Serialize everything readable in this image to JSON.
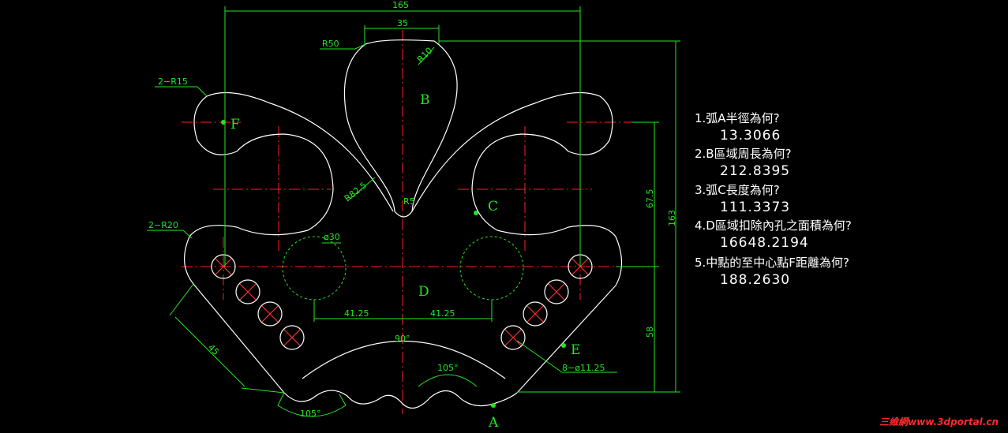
{
  "colors": {
    "outline": "#ffffff",
    "centerline": "#ff2020",
    "dimension": "#22e622",
    "dashed_circle": "#22e622",
    "hole_cross": "#ff3030"
  },
  "dimensions": {
    "overall_width": "165",
    "top_width": "35",
    "r50": "R50",
    "r10": "R10",
    "r15": "2−R15",
    "r20": "2−R20",
    "r82": "R82.5",
    "r5": "R5",
    "dia30": "ø30",
    "left_41": "41.25",
    "right_41": "41.25",
    "angle_90": "90°",
    "angle_105_top": "105°",
    "angle_105_bottom": "105°",
    "diag_45": "45",
    "holes": "8−ø11.25",
    "height_163": "163",
    "height_675": "67.5",
    "height_58": "58"
  },
  "labels": {
    "a": "A",
    "b": "B",
    "c": "C",
    "d": "D",
    "e": "E",
    "f": "F"
  },
  "questions": [
    {
      "q": "1.弧A半徑為何?",
      "a": "13.3066"
    },
    {
      "q": "2.B區域周長為何?",
      "a": "212.8395"
    },
    {
      "q": "3.弧C長度為何?",
      "a": "111.3373"
    },
    {
      "q": "4.D區域扣除內孔之面積為何?",
      "a": "16648.2194"
    },
    {
      "q": "5.中點的至中心點F距離為何?",
      "a": "188.2630"
    }
  ],
  "watermark": "三維網www.3dportal.cn"
}
